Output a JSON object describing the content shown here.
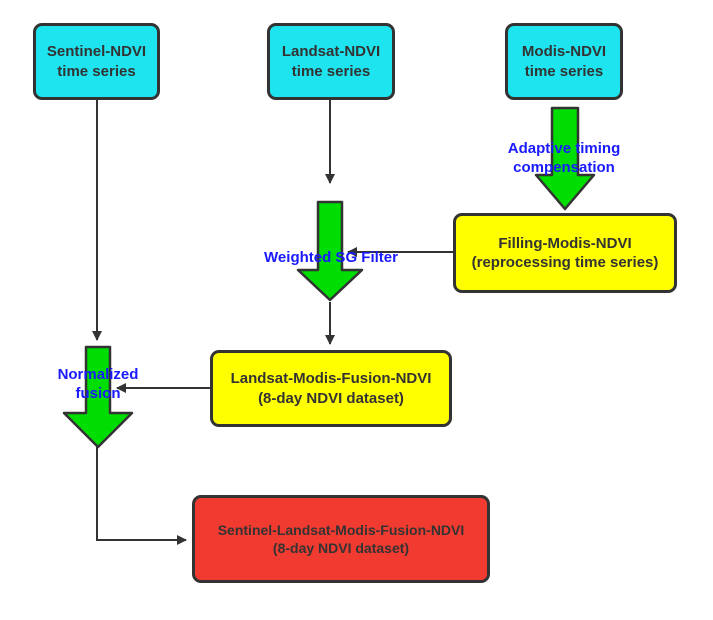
{
  "colors": {
    "background": "#ffffff",
    "cyan_node": "#1de4ee",
    "yellow_node": "#ffff00",
    "red_node": "#f23b30",
    "green_arrow": "#00dd00",
    "label_blue": "#1a1aff",
    "outline": "#333333"
  },
  "nodes": [
    {
      "id": "sentinel-ndvi",
      "line1": "Sentinel-NDVI",
      "line2": "time series"
    },
    {
      "id": "landsat-ndvi",
      "line1": "Landsat-NDVI",
      "line2": "time series"
    },
    {
      "id": "modis-ndvi",
      "line1": "Modis-NDVI",
      "line2": "time series"
    },
    {
      "id": "filling-modis-ndvi",
      "line1": "Filling-Modis-NDVI",
      "line2": "(reprocessing time series)"
    },
    {
      "id": "landsat-modis-fusion-ndvi",
      "line1": "Landsat-Modis-Fusion-NDVI",
      "line2": "(8-day NDVI dataset)"
    },
    {
      "id": "sentinel-landsat-modis-fusion-ndvi",
      "line1": "Sentinel-Landsat-Modis-Fusion-NDVI",
      "line2": "(8-day NDVI dataset)"
    }
  ],
  "process_labels": [
    {
      "id": "adaptive-timing-compensation",
      "line1": "Adaptive timing",
      "line2": "compensation"
    },
    {
      "id": "weighted-sg-filter",
      "line1": "Weighted SG Filter"
    },
    {
      "id": "normalized-fusion",
      "line1": "Normalized",
      "line2": "fusion"
    }
  ]
}
